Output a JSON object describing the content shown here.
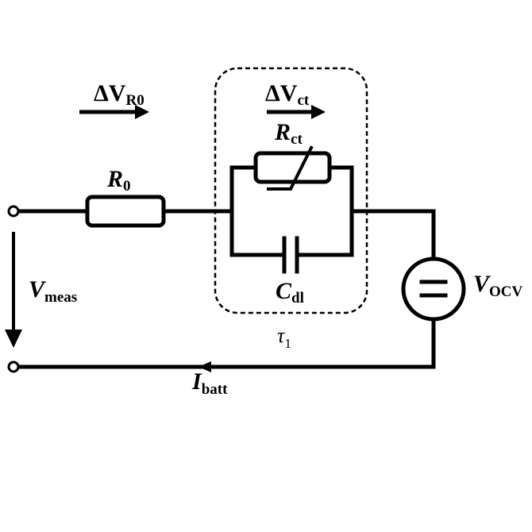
{
  "diagram": {
    "labels": {
      "delta_v_r0": {
        "main": "ΔV",
        "sub": "R0"
      },
      "delta_v_ct": {
        "main": "ΔV",
        "sub": "ct"
      },
      "r_ct": {
        "main": "R",
        "sub": "ct"
      },
      "r_0": {
        "main": "R",
        "sub": "0"
      },
      "c_dl": {
        "main": "C",
        "sub": "dl"
      },
      "v_meas": {
        "main": "V",
        "sub": "meas"
      },
      "v_ocv": {
        "main": "V",
        "sub": "OCV"
      },
      "tau": {
        "main": "τ",
        "sub": "1"
      },
      "i_batt": {
        "main": "I",
        "sub": "batt"
      }
    },
    "colors": {
      "line": "#000000",
      "background": "#ffffff"
    }
  }
}
